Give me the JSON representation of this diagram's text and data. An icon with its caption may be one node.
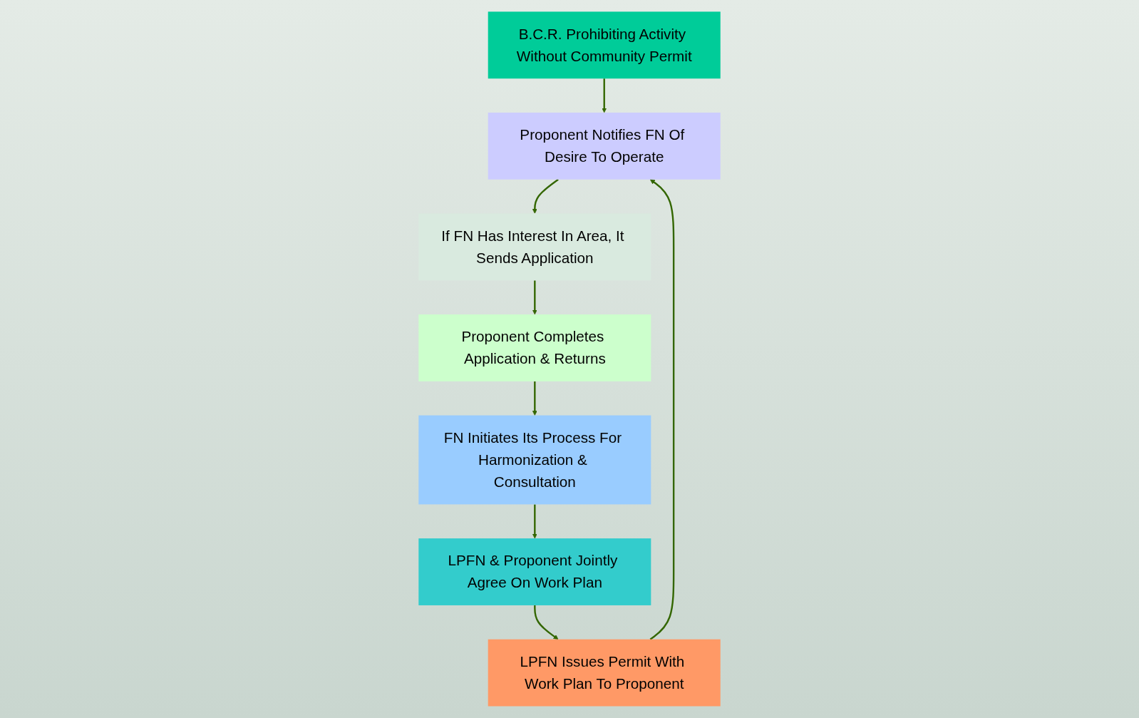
{
  "diagram": {
    "nodes": [
      {
        "text": [
          "B.C.R. Prohibiting Activity Without Community Permit"
        ]
      },
      {
        "text": [
          "Proponent Notifies FN Of Desire To Operate"
        ]
      },
      {
        "text": [
          "If FN Has Interest In Area, It Sends Application"
        ]
      },
      {
        "text": [
          "Proponent Completes Application & Returns"
        ]
      },
      {
        "text": [
          "FN Initiates Its Process For Harmonization & Consultation"
        ]
      },
      {
        "text": [
          "LPFN & Proponent Jointly Agree On Work Plan"
        ]
      },
      {
        "text": [
          "LPFN Issues Permit With Work Plan To Proponent"
        ]
      }
    ],
    "edges": [
      {
        "from": 0,
        "to": 1,
        "arrow": "to"
      },
      {
        "from": 1,
        "to": 2,
        "arrow": "to"
      },
      {
        "from": 2,
        "to": 3,
        "arrow": "to"
      },
      {
        "from": 3,
        "to": 4,
        "arrow": "to"
      },
      {
        "from": 4,
        "to": 5,
        "arrow": "to"
      },
      {
        "from": 5,
        "to": 6,
        "arrow": "to"
      },
      {
        "from": 6,
        "to": 1,
        "arrow": "to"
      }
    ]
  }
}
